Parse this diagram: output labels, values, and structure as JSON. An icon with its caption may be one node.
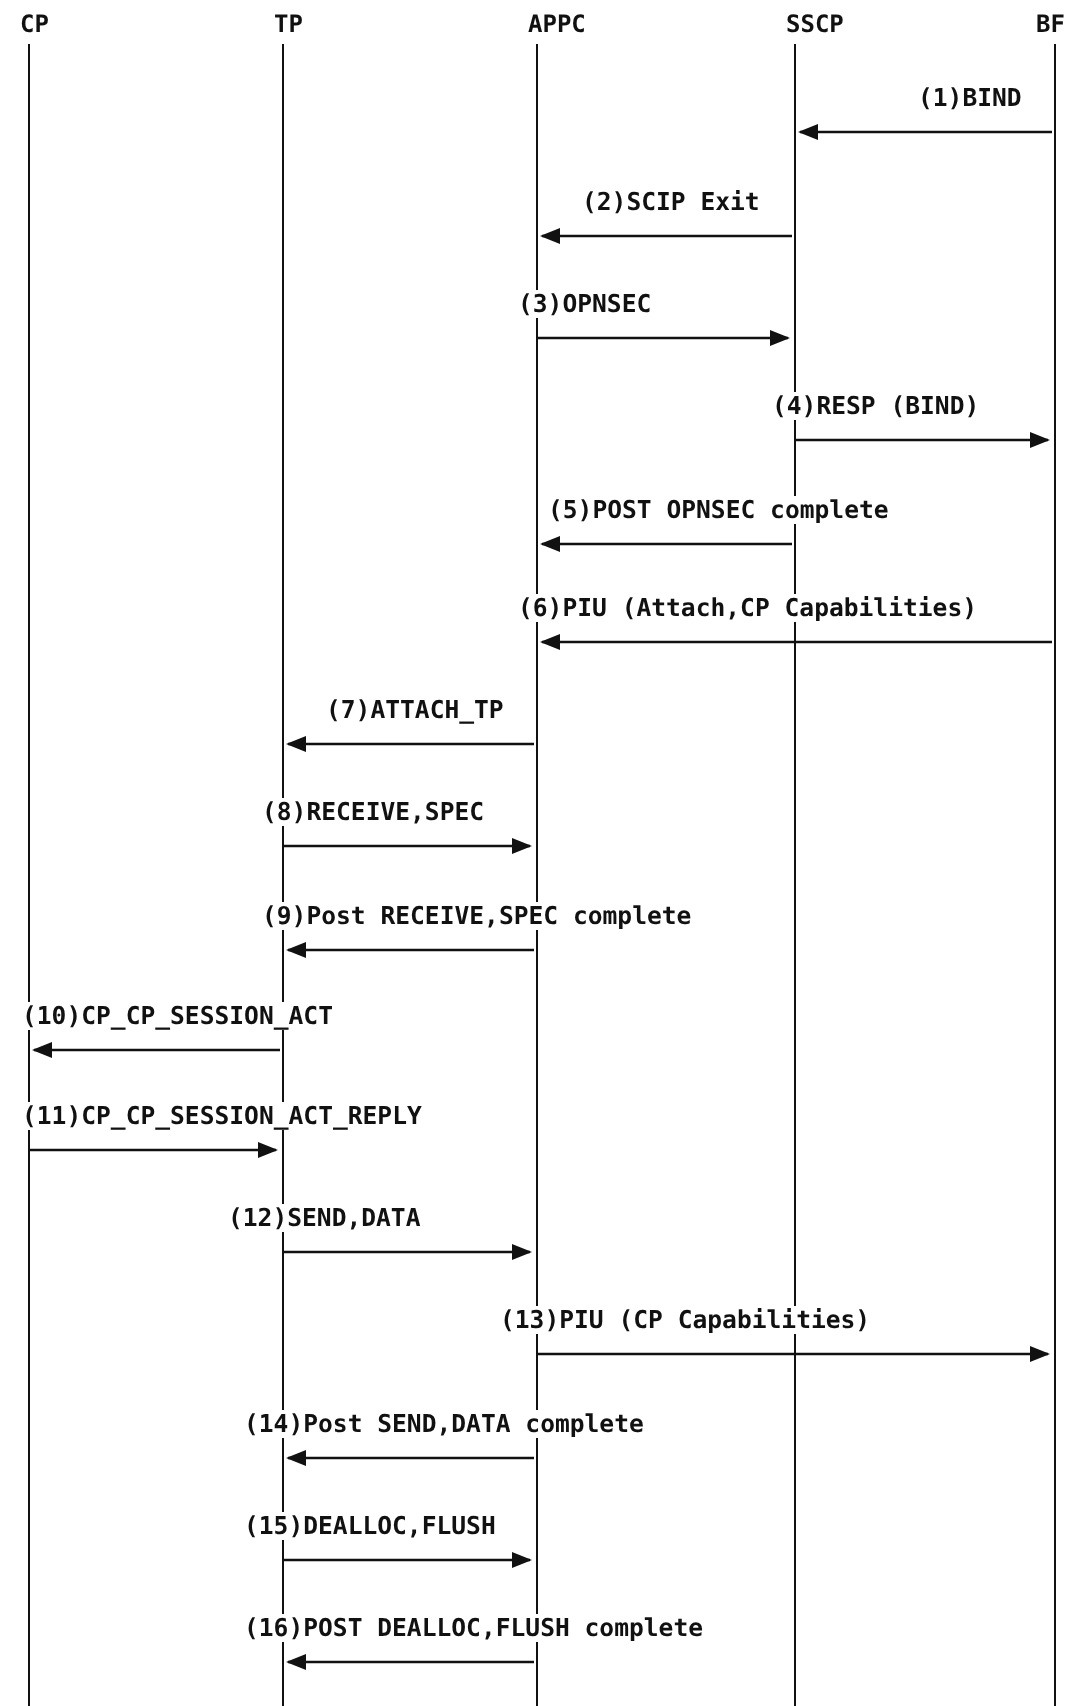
{
  "diagram": {
    "nodes": [
      {
        "text": [
          "CP"
        ]
      },
      {
        "text": [
          "TP"
        ]
      },
      {
        "text": [
          "APPC"
        ]
      },
      {
        "text": [
          "SSCP"
        ]
      },
      {
        "text": [
          "BF"
        ]
      }
    ],
    "edges": [
      {
        "from": 4,
        "to": 3,
        "arrow": "to",
        "label": "(1)BIND"
      },
      {
        "from": 3,
        "to": 2,
        "arrow": "to",
        "label": "(2)SCIP Exit"
      },
      {
        "from": 2,
        "to": 3,
        "arrow": "to",
        "label": "(3)OPNSEC"
      },
      {
        "from": 3,
        "to": 4,
        "arrow": "to",
        "label": "(4)RESP (BIND)"
      },
      {
        "from": 3,
        "to": 2,
        "arrow": "to",
        "label": "(5)POST OPNSEC complete"
      },
      {
        "from": 4,
        "to": 2,
        "arrow": "to",
        "label": "(6)PIU (Attach,CP Capabilities)"
      },
      {
        "from": 2,
        "to": 1,
        "arrow": "to",
        "label": "(7)ATTACH_TP"
      },
      {
        "from": 1,
        "to": 2,
        "arrow": "to",
        "label": "(8)RECEIVE,SPEC"
      },
      {
        "from": 2,
        "to": 1,
        "arrow": "to",
        "label": "(9)Post RECEIVE,SPEC complete"
      },
      {
        "from": 1,
        "to": 0,
        "arrow": "to",
        "label": "(10)CP_CP_SESSION_ACT"
      },
      {
        "from": 0,
        "to": 1,
        "arrow": "to",
        "label": "(11)CP_CP_SESSION_ACT_REPLY"
      },
      {
        "from": 1,
        "to": 2,
        "arrow": "to",
        "label": "(12)SEND,DATA"
      },
      {
        "from": 2,
        "to": 4,
        "arrow": "to",
        "label": "(13)PIU (CP Capabilities)"
      },
      {
        "from": 2,
        "to": 1,
        "arrow": "to",
        "label": "(14)Post SEND,DATA complete"
      },
      {
        "from": 1,
        "to": 2,
        "arrow": "to",
        "label": "(15)DEALLOC,FLUSH"
      },
      {
        "from": 2,
        "to": 1,
        "arrow": "to",
        "label": "(16)POST DEALLOC,FLUSH complete"
      }
    ]
  }
}
